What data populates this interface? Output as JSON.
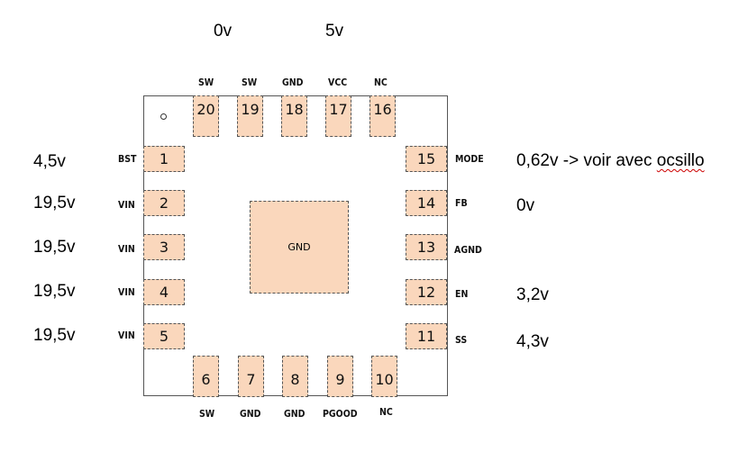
{
  "chip": {
    "pin1_marker": "pin-1-dot",
    "exposed_pad_label": "GND",
    "pin_color": "#fad7bc",
    "pins": {
      "1": {
        "name": "BST",
        "voltage": "4,5v"
      },
      "2": {
        "name": "VIN",
        "voltage": "19,5v"
      },
      "3": {
        "name": "VIN",
        "voltage": "19,5v"
      },
      "4": {
        "name": "VIN",
        "voltage": "19,5v"
      },
      "5": {
        "name": "VIN",
        "voltage": "19,5v"
      },
      "6": {
        "name": "SW"
      },
      "7": {
        "name": "GND"
      },
      "8": {
        "name": "GND"
      },
      "9": {
        "name": "PGOOD"
      },
      "10": {
        "name": "NC"
      },
      "11": {
        "name": "SS",
        "voltage": "4,3v"
      },
      "12": {
        "name": "EN",
        "voltage": "3,2v"
      },
      "13": {
        "name": "AGND"
      },
      "14": {
        "name": "FB",
        "voltage": "0v"
      },
      "15": {
        "name": "MODE",
        "voltage_prefix": "0,62v -> voir avec ",
        "voltage_misspelled": "ocsillo"
      },
      "16": {
        "name": "NC"
      },
      "17": {
        "name": "VCC"
      },
      "18": {
        "name": "GND"
      },
      "19": {
        "name": "SW"
      },
      "20": {
        "name": "SW"
      }
    },
    "top_voltages": {
      "sw_pins": "0v",
      "vcc_pin": "5v"
    }
  }
}
